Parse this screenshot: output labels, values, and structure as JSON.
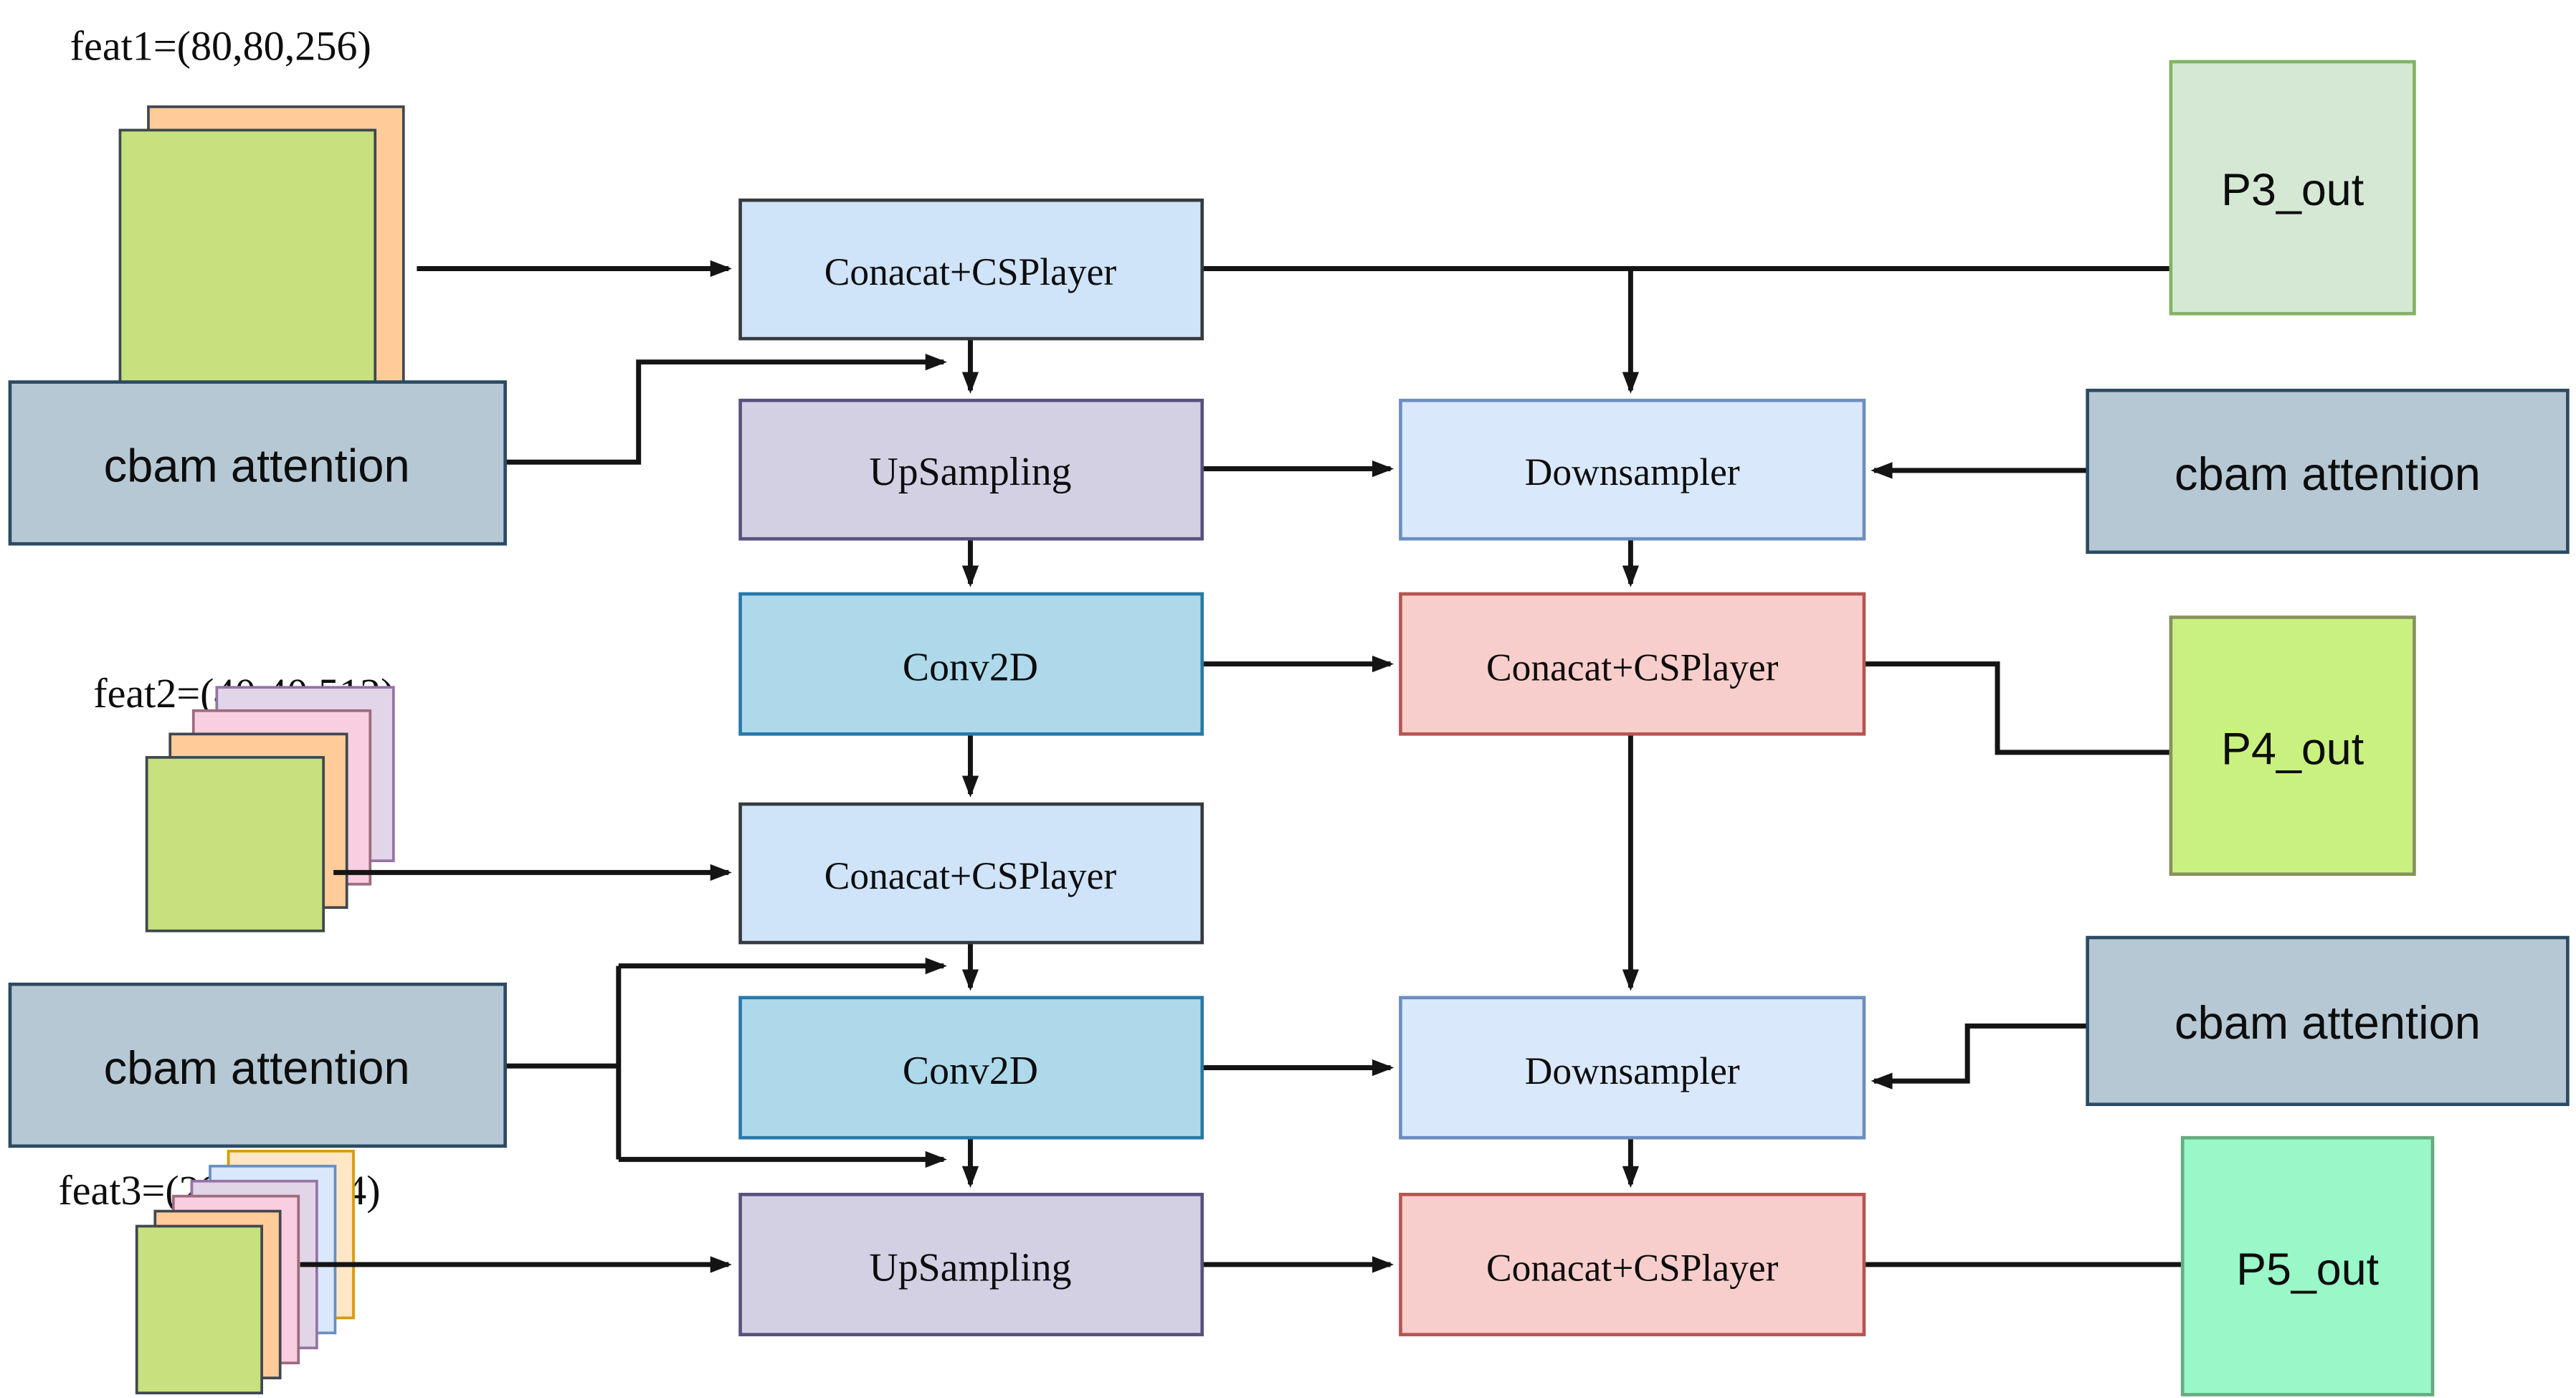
{
  "diagram": {
    "background": "#ffffff",
    "edge_color": "#141414"
  },
  "features": [
    {
      "label": "feat1=(80,80,256)",
      "sheets": [
        {
          "name": "orange-sheet",
          "fill": "#ffcc99",
          "stroke": "#40474f"
        },
        {
          "name": "green-sheet",
          "fill": "#c6e17d",
          "stroke": "#40474f"
        }
      ]
    },
    {
      "label": "feat2=(40,40,512)",
      "sheets": [
        {
          "name": "lavender-sheet",
          "fill": "#e1d5e7",
          "stroke": "#9673a6"
        },
        {
          "name": "pink-sheet",
          "fill": "#f8cee0",
          "stroke": "#9e6b7e"
        },
        {
          "name": "orange-sheet",
          "fill": "#ffcc99",
          "stroke": "#40474f"
        },
        {
          "name": "green-sheet",
          "fill": "#c6e17d",
          "stroke": "#40474f"
        }
      ]
    },
    {
      "label": "feat3=(20,20,1024)",
      "sheets": [
        {
          "name": "cream-sheet",
          "fill": "#ffe6c5",
          "stroke": "#d79b00"
        },
        {
          "name": "lightblue-sheet",
          "fill": "#dae8fc",
          "stroke": "#6c8ebf"
        },
        {
          "name": "lavender-sheet",
          "fill": "#e1d5e7",
          "stroke": "#9673a6"
        },
        {
          "name": "pink-sheet",
          "fill": "#f8cee0",
          "stroke": "#9e6b7e"
        },
        {
          "name": "orange-sheet",
          "fill": "#ffcc99",
          "stroke": "#40474f"
        },
        {
          "name": "green-sheet",
          "fill": "#c6e17d",
          "stroke": "#40474f"
        }
      ]
    }
  ],
  "nodes": {
    "concat_top": {
      "label": "Conacat+CSPlayer",
      "fill": "#cfe3f9",
      "stroke": "#36393d"
    },
    "upsampling_1": {
      "label": "UpSampling",
      "fill": "#d4d0e4",
      "stroke": "#56517e"
    },
    "conv2d_1": {
      "label": "Conv2D",
      "fill": "#aed9ea",
      "stroke": "#2779a8"
    },
    "concat_mid": {
      "label": "Conacat+CSPlayer",
      "fill": "#cfe3f9",
      "stroke": "#36393d"
    },
    "conv2d_2": {
      "label": "Conv2D",
      "fill": "#aed9ea",
      "stroke": "#2779a8"
    },
    "upsampling_2": {
      "label": "UpSampling",
      "fill": "#d4d0e4",
      "stroke": "#56517e"
    },
    "downsampler_1": {
      "label": "Downsampler",
      "fill": "#dae8fc",
      "stroke": "#6c8ebf"
    },
    "concat_p4": {
      "label": "Conacat+CSPlayer",
      "fill": "#f8cecc",
      "stroke": "#b85450"
    },
    "downsampler_2": {
      "label": "Downsampler",
      "fill": "#dae8fc",
      "stroke": "#6c8ebf"
    },
    "concat_p5": {
      "label": "Conacat+CSPlayer",
      "fill": "#f8cecc",
      "stroke": "#b85450"
    },
    "cbam_left_1": {
      "label": "cbam attention",
      "fill": "#b6c8d4",
      "stroke": "#2c4a63"
    },
    "cbam_left_2": {
      "label": "cbam attention",
      "fill": "#b6c8d4",
      "stroke": "#2c4a63"
    },
    "cbam_right_1": {
      "label": "cbam attention",
      "fill": "#b6c8d4",
      "stroke": "#2c4a63"
    },
    "cbam_right_2": {
      "label": "cbam attention",
      "fill": "#b6c8d4",
      "stroke": "#2c4a63"
    },
    "p3_out": {
      "label": "P3_out",
      "fill": "#d5e8d4",
      "stroke": "#82b366"
    },
    "p4_out": {
      "label": "P4_out",
      "fill": "#c9f180",
      "stroke": "#87915f"
    },
    "p5_out": {
      "label": "P5_out",
      "fill": "#99f7c8",
      "stroke": "#67ab7f"
    }
  }
}
